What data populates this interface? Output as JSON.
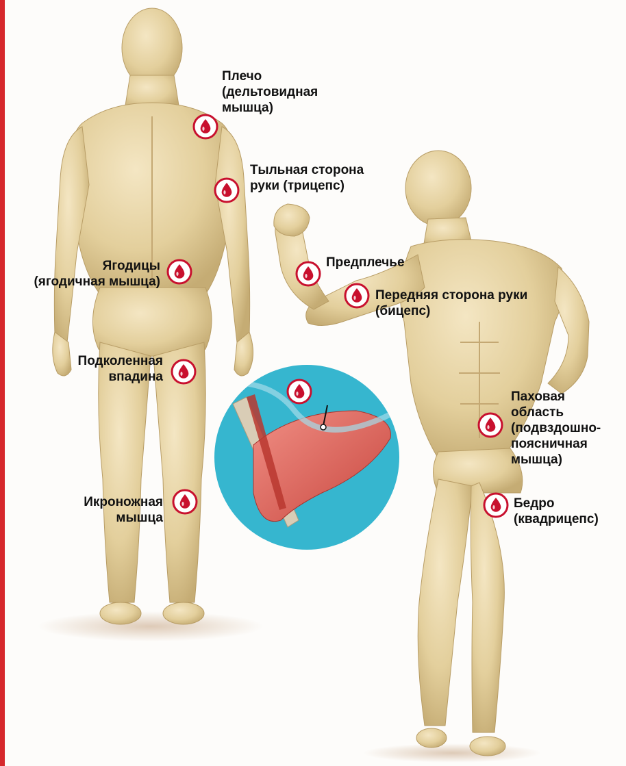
{
  "colors": {
    "skin": "#e6d3a3",
    "skin_shadow": "#c9b27c",
    "skin_light": "#f3e7c6",
    "marker_red": "#c8102e",
    "inset_blue": "#36b6cf",
    "muscle": "#e06d65",
    "accent_stripe": "#d6282c"
  },
  "icons": {
    "marker": "blood-drop-icon"
  },
  "labels": {
    "shoulder": [
      "Плечо",
      "(дельтовидная",
      "мышца)"
    ],
    "triceps": [
      "Тыльная сторона",
      "руки (трицепс)"
    ],
    "gluteal": [
      "Ягодицы",
      "(ягодичная мышца)"
    ],
    "popliteal": [
      "Подколенная",
      "впадина"
    ],
    "calf": [
      "Икроножная",
      "мышца"
    ],
    "forearm": [
      "Предплечье"
    ],
    "biceps": [
      "Передняя сторона руки",
      "(бицепс)"
    ],
    "groin": [
      "Паховая",
      "область",
      "(подвздошно-",
      "поясничная",
      "мышца)"
    ],
    "thigh": [
      "Бедро",
      "(квадрицепс)"
    ]
  }
}
